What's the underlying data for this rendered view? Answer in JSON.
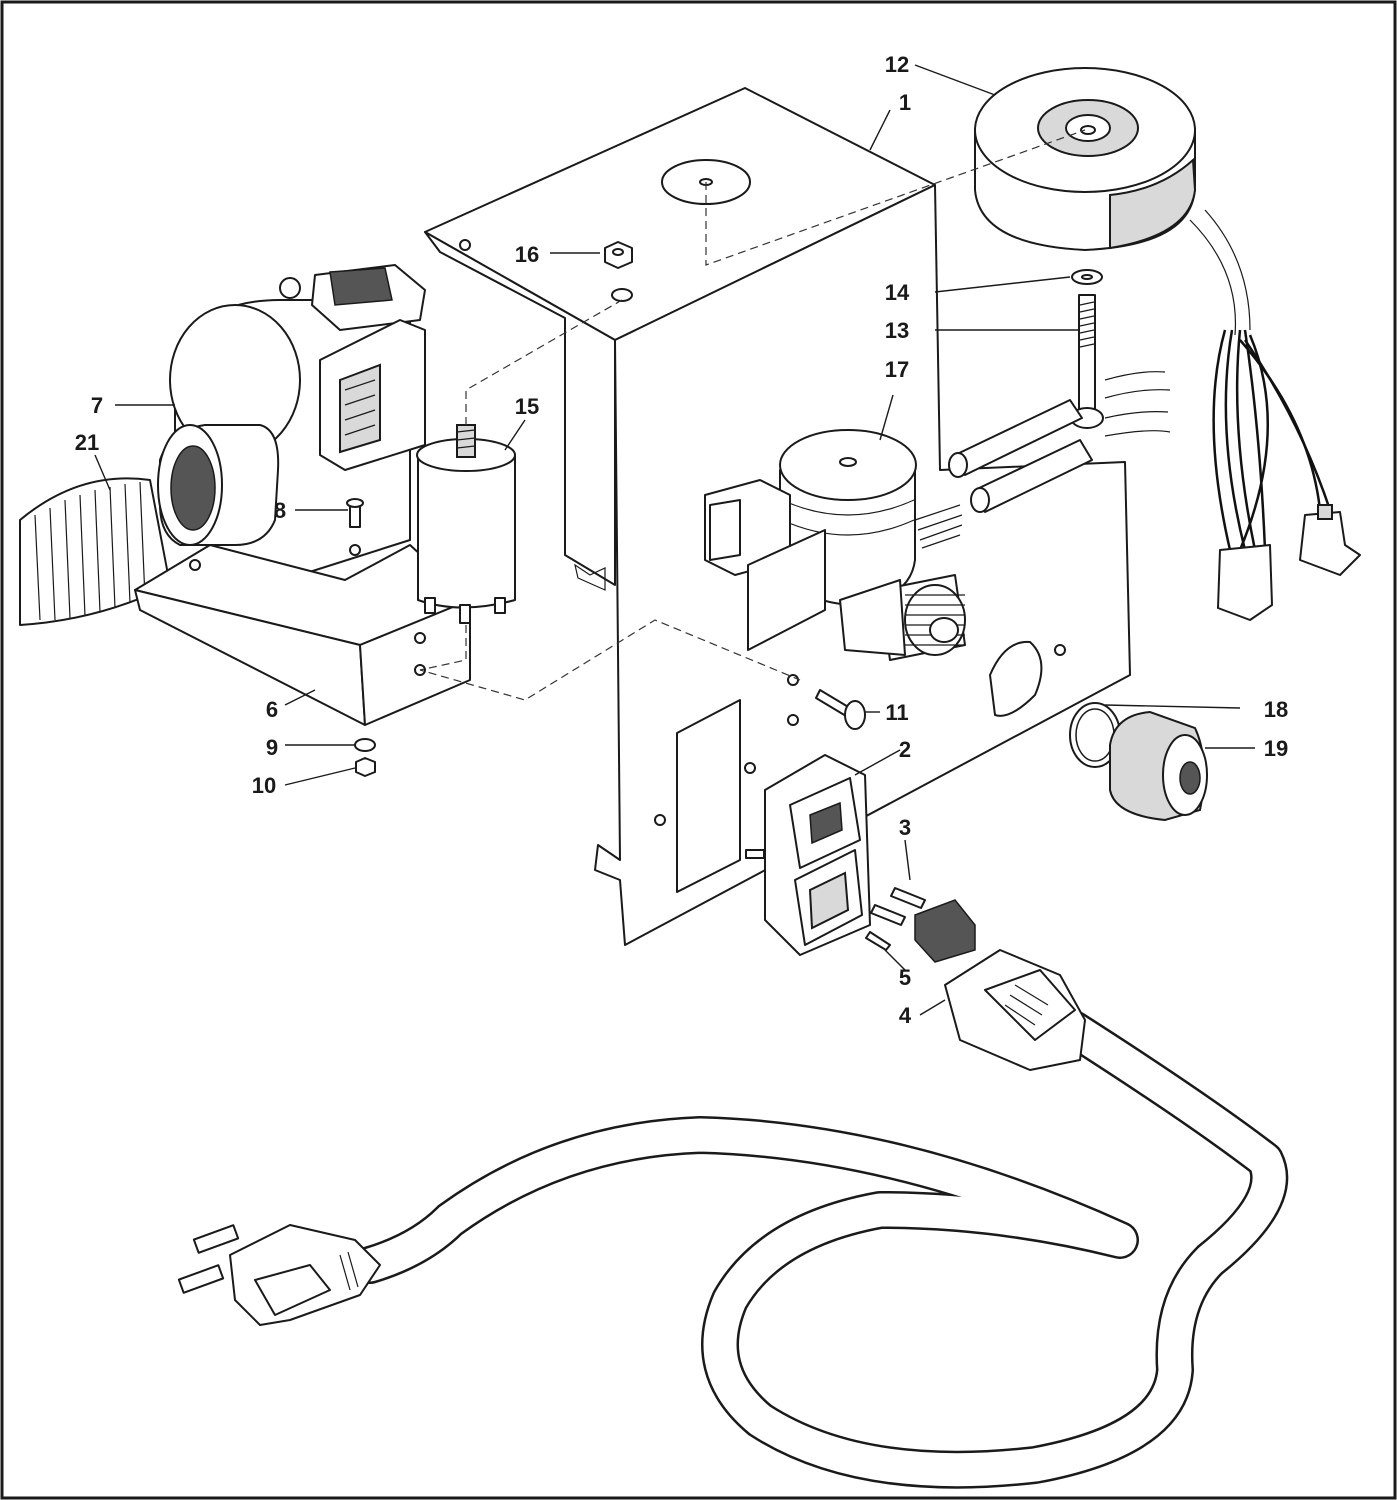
{
  "diagram": {
    "callouts": [
      {
        "id": "c1",
        "label": "1"
      },
      {
        "id": "c2",
        "label": "2"
      },
      {
        "id": "c3",
        "label": "3"
      },
      {
        "id": "c4",
        "label": "4"
      },
      {
        "id": "c5",
        "label": "5"
      },
      {
        "id": "c6",
        "label": "6"
      },
      {
        "id": "c7",
        "label": "7"
      },
      {
        "id": "c8",
        "label": "8"
      },
      {
        "id": "c9",
        "label": "9"
      },
      {
        "id": "c10",
        "label": "10"
      },
      {
        "id": "c11",
        "label": "11"
      },
      {
        "id": "c12",
        "label": "12"
      },
      {
        "id": "c13",
        "label": "13"
      },
      {
        "id": "c14",
        "label": "14"
      },
      {
        "id": "c15",
        "label": "15"
      },
      {
        "id": "c16",
        "label": "16"
      },
      {
        "id": "c17",
        "label": "17"
      },
      {
        "id": "c18",
        "label": "18"
      },
      {
        "id": "c19",
        "label": "19"
      },
      {
        "id": "c21",
        "label": "21"
      }
    ]
  }
}
